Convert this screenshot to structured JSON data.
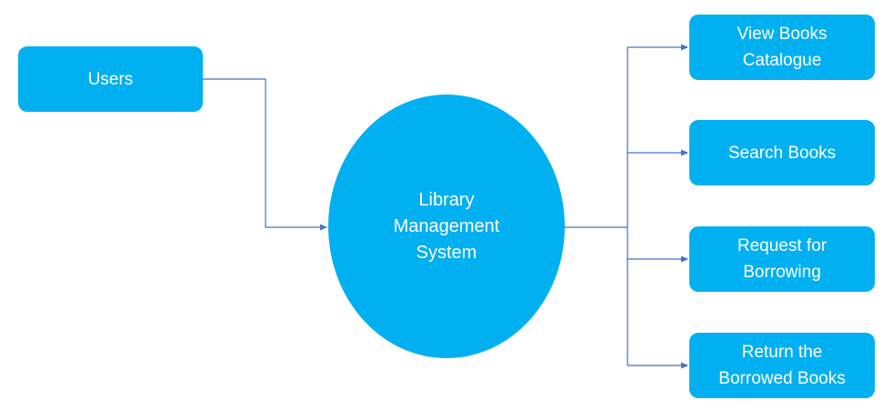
{
  "diagram": {
    "colors": {
      "node_fill": "#00b0f0",
      "node_text": "#ffffff",
      "connector": "#4472c4"
    },
    "nodes": {
      "users": "Users",
      "system": "Library\nManagement\nSystem",
      "view_books": "View Books\nCatalogue",
      "search_books": "Search Books",
      "request_borrowing": "Request for\nBorrowing",
      "return_books": "Return the\nBorrowed Books"
    }
  }
}
